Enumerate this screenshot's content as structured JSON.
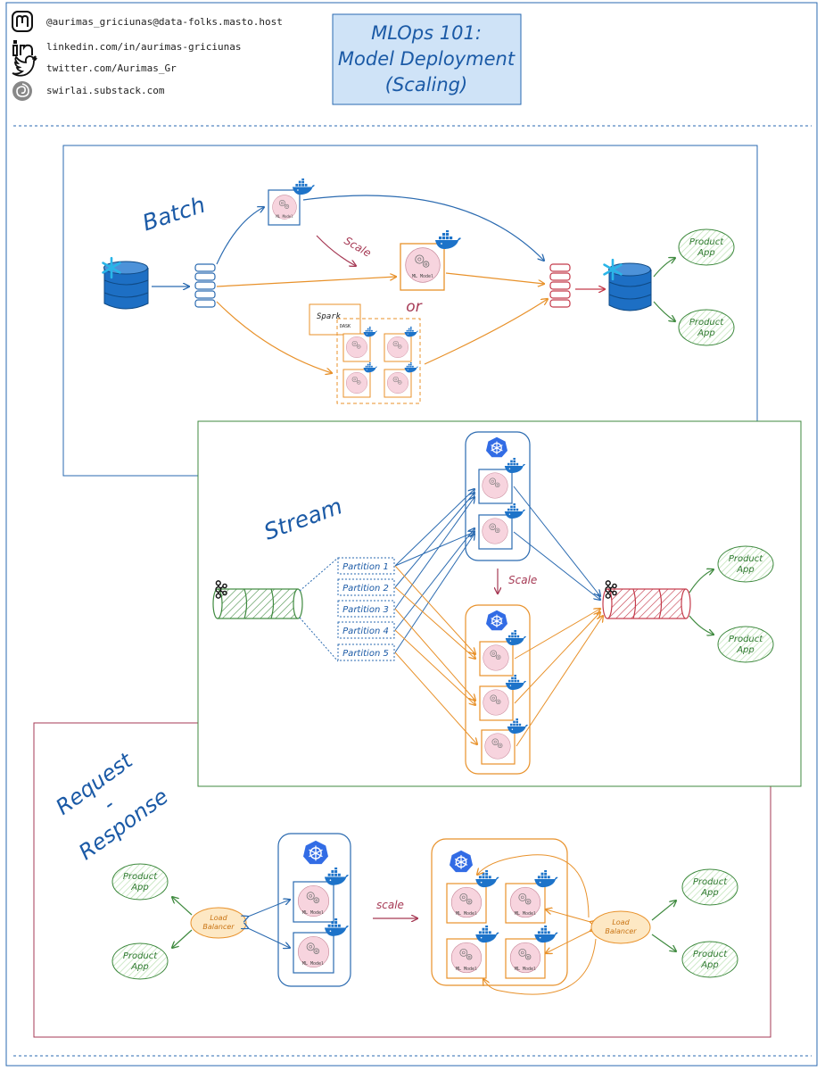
{
  "header": {
    "contacts": [
      {
        "icon": "mastodon-icon",
        "text": "@aurimas_griciunas@data-folks.masto.host"
      },
      {
        "icon": "linkedin-icon",
        "text": "linkedin.com/in/aurimas-griciunas"
      },
      {
        "icon": "twitter-icon",
        "text": "twitter.com/Aurimas_Gr"
      },
      {
        "icon": "substack-icon",
        "text": "swirlai.substack.com"
      }
    ],
    "title_line1": "MLOps 101:",
    "title_line2": "Model Deployment",
    "title_line3": "(Scaling)"
  },
  "batch": {
    "label": "Batch",
    "scale_label": "Scale",
    "or_label": "or",
    "spark_label": "Spark",
    "dask_label": "DASK",
    "product_app_line1": "Product",
    "product_app_line2": "App",
    "model_label_line1": "ML",
    "model_label_line2": "Model"
  },
  "stream": {
    "label": "Stream",
    "scale_label": "Scale",
    "partitions": [
      "Partition 1",
      "Partition 2",
      "Partition 3",
      "Partition 4",
      "Partition 5"
    ],
    "product_app_line1": "Product",
    "product_app_line2": "App"
  },
  "request_response": {
    "label_line1": "Request",
    "label_line2": "-",
    "label_line3": "Response",
    "scale_label": "scale",
    "load_balancer_line1": "Load",
    "load_balancer_line2": "Balancer",
    "product_app_line1": "Product",
    "product_app_line2": "App"
  },
  "colors": {
    "blue": "#2a6ab0",
    "orange": "#e8912a",
    "green": "#3f8a3f",
    "red": "#c43a4a",
    "maroon": "#a63a55",
    "title_bg": "#cfe3f7",
    "pink": "#f7d4de",
    "green_fill": "#dff2dc",
    "lb_fill": "#fde8c4"
  }
}
